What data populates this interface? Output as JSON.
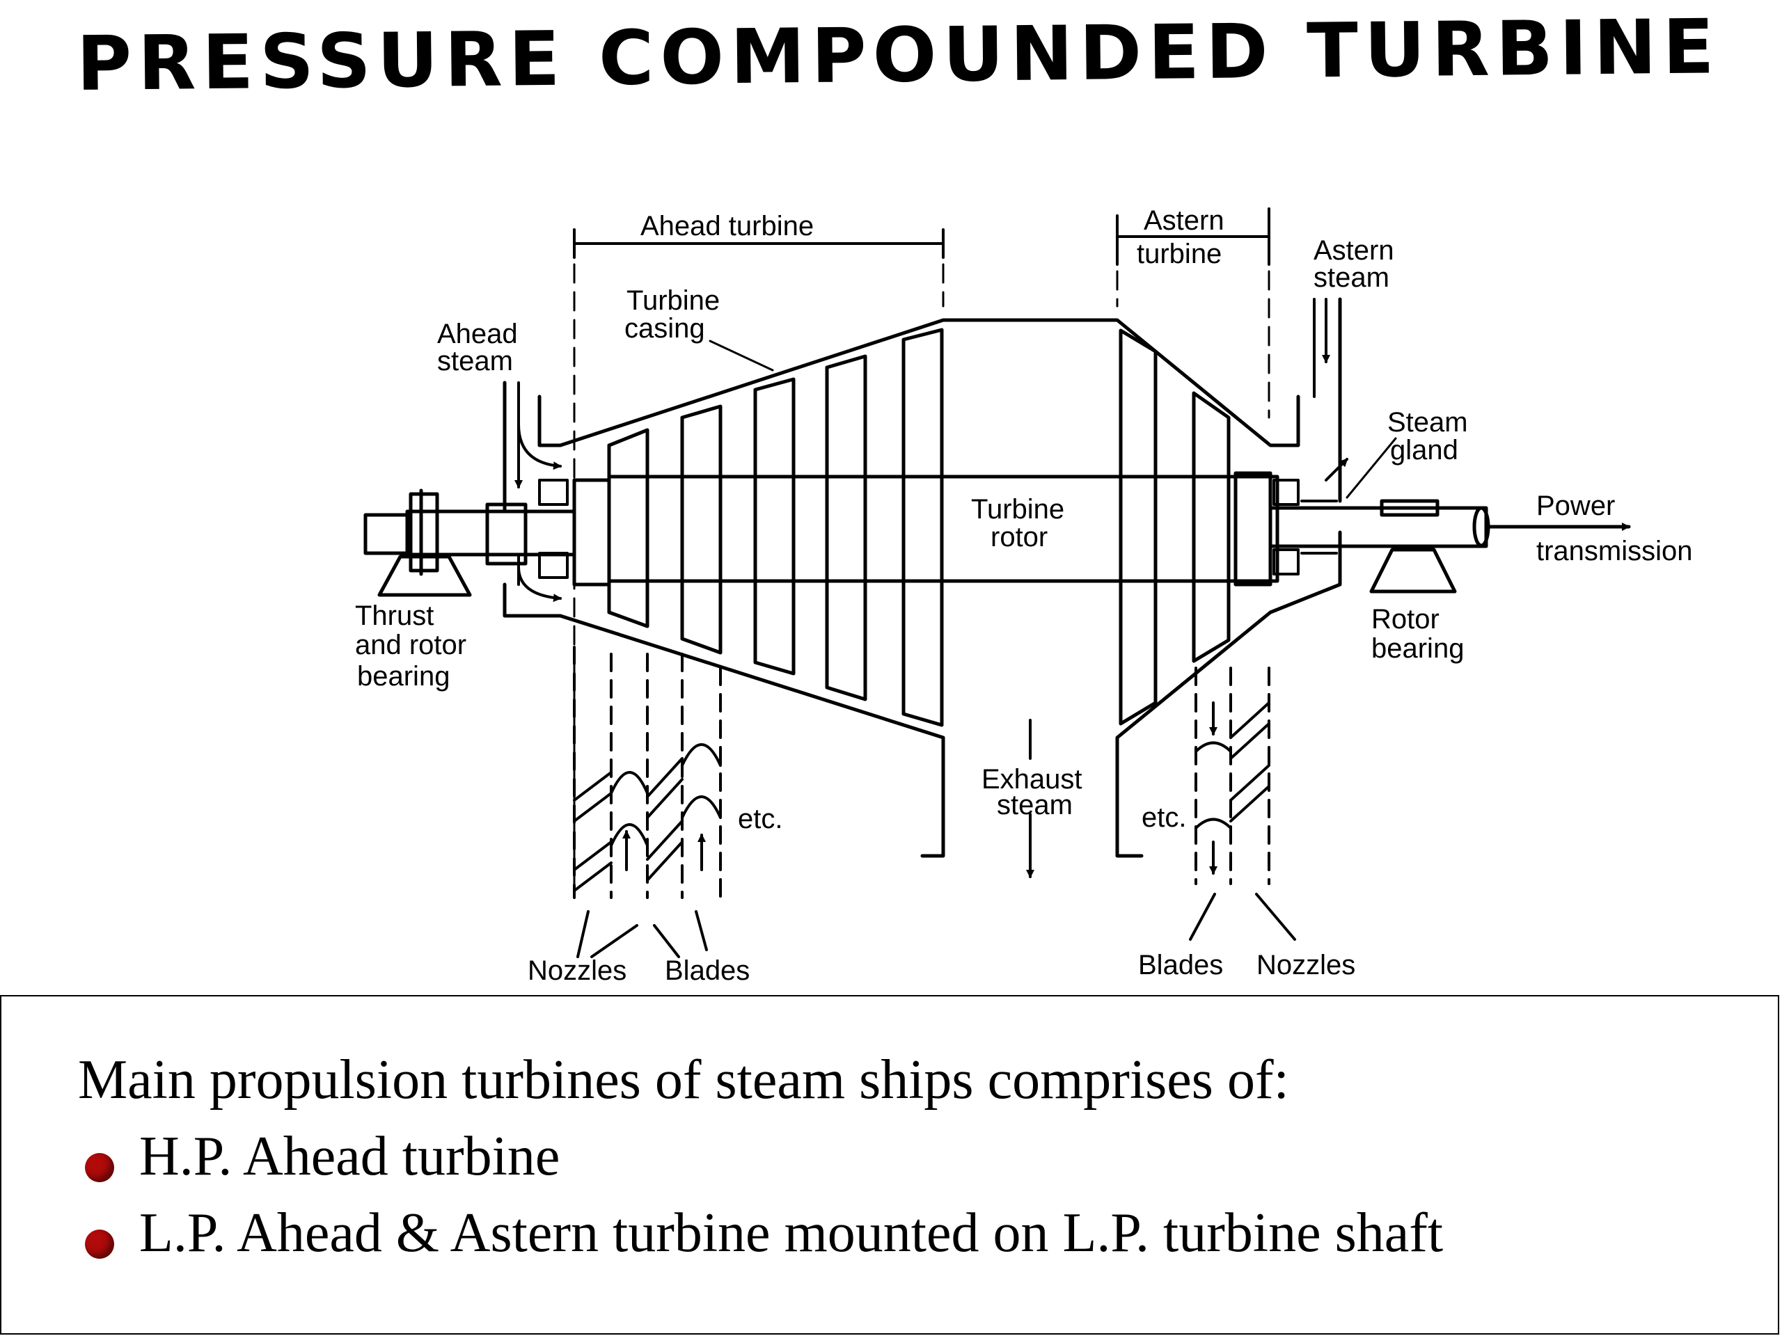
{
  "title": "PRESSURE COMPOUNDED TURBINE",
  "diagram": {
    "labels": {
      "ahead_turbine": "Ahead turbine",
      "astern_turbine_line1": "Astern",
      "astern_turbine_line2": "turbine",
      "astern_steam_line1": "Astern",
      "astern_steam_line2": "steam",
      "turbine_casing_line1": "Turbine",
      "turbine_casing_line2": "casing",
      "ahead_steam_line1": "Ahead",
      "ahead_steam_line2": "steam",
      "steam_gland_line1": "Steam",
      "steam_gland_line2": "gland",
      "power_transmission_line1": "Power",
      "power_transmission_line2": "transmission",
      "turbine_rotor_line1": "Turbine",
      "turbine_rotor_line2": "rotor",
      "thrust_bearing_line1": "Thrust",
      "thrust_bearing_line2": "and rotor",
      "thrust_bearing_line3": "bearing",
      "rotor_bearing_line1": "Rotor",
      "rotor_bearing_line2": "bearing",
      "exhaust_steam_line1": "Exhaust",
      "exhaust_steam_line2": "steam",
      "etc_left": "etc.",
      "etc_right": "etc.",
      "nozzles_left": "Nozzles",
      "blades_left": "Blades",
      "blades_right": "Blades",
      "nozzles_right": "Nozzles"
    }
  },
  "content": {
    "intro": "Main propulsion turbines of steam ships comprises of:",
    "bullets": [
      "H.P. Ahead turbine",
      "L.P. Ahead & Astern turbine mounted on L.P. turbine shaft"
    ]
  },
  "colors": {
    "bullet": "#b00a0a",
    "text": "#000000",
    "background": "#ffffff"
  }
}
